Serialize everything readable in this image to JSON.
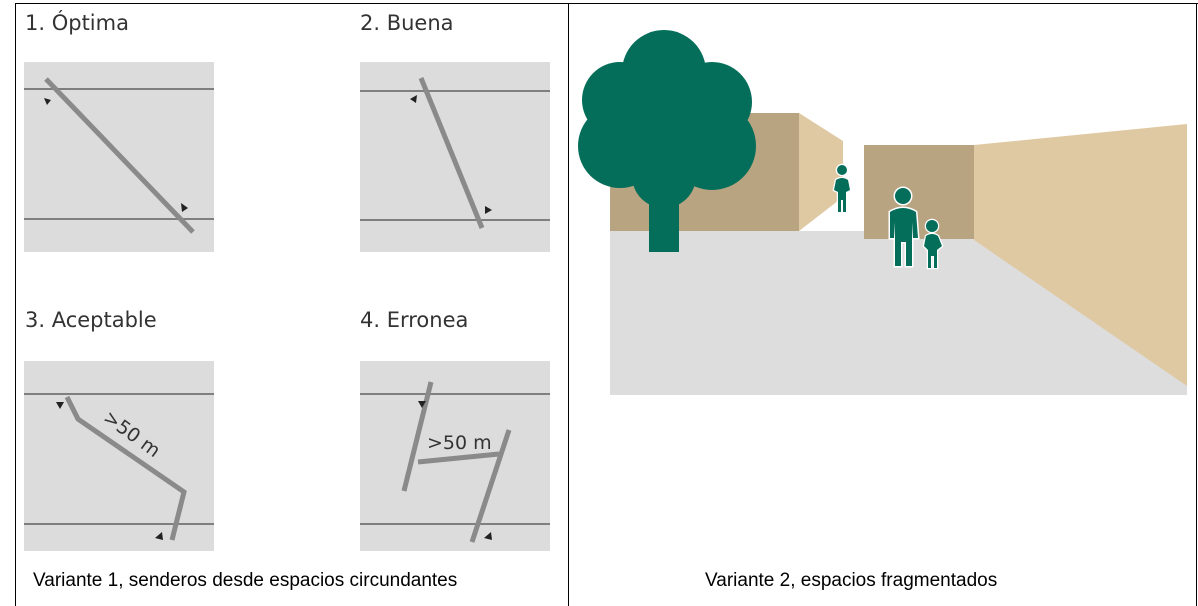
{
  "left_panel": {
    "items": [
      {
        "label": "1. Óptima"
      },
      {
        "label": "2. Buena"
      },
      {
        "label": "3. Aceptable",
        "path_label": ">50 m"
      },
      {
        "label": "4. Erronea",
        "path_label": ">50 m"
      }
    ],
    "caption": "Variante 1, senderos desde espacios circundantes"
  },
  "right_panel": {
    "caption": "Variante 2, espacios fragmentados"
  },
  "colors": {
    "panel_bg": "#dcdcdc",
    "line_gray": "#7f7f7f",
    "path_gray": "#8a8a8a",
    "tree_green": "#046e5a",
    "building_dark": "#b9a482",
    "building_light": "#dfc9a3",
    "ground": "#dddddd"
  }
}
